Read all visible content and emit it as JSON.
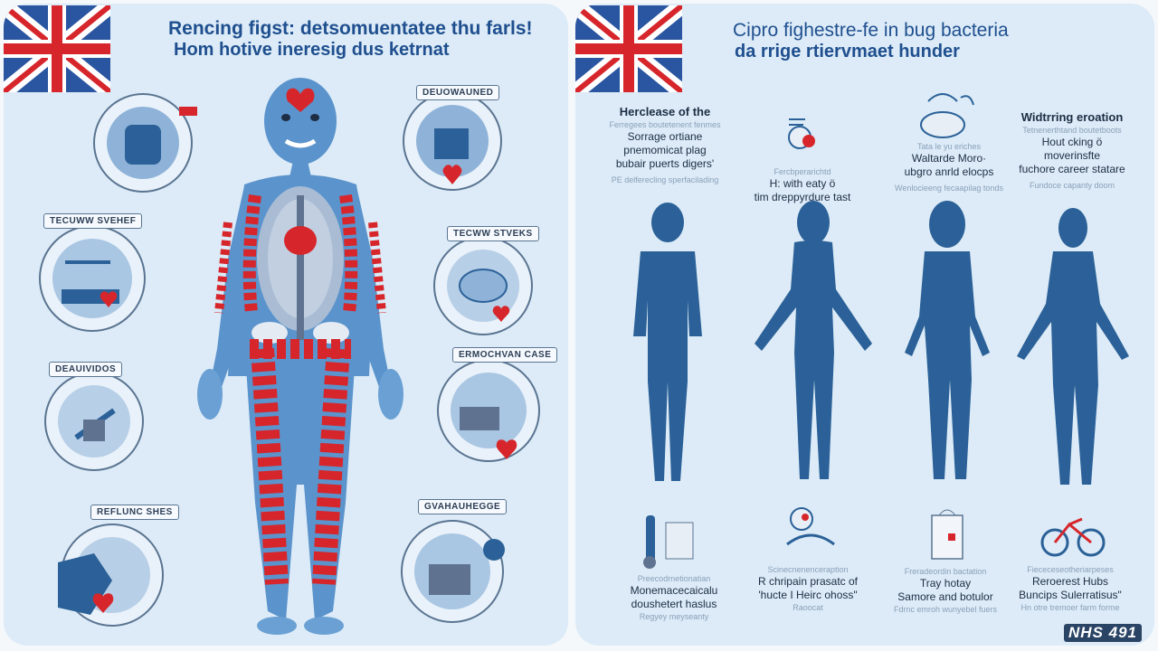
{
  "left": {
    "title_line1": "Rencing figst: detsomuentatee thu farls!",
    "title_line2": "Hom hotive ineresig dus ketrnat",
    "organ_labels": [
      "DEUOWAUNED",
      "TECUWW SVEHEF",
      "TECWW STVEKS",
      "DEAUIVIDOS",
      "ERMOCHVAN CASE",
      "REFLUNC SHES",
      "GVAHAUHEGGE"
    ]
  },
  "right": {
    "title_line1": "Cipro fighestre-fe in bug bacteria",
    "title_line2": "da rrige rtiervmaet hunder",
    "columns": [
      {
        "heading": "Herclease of the",
        "small": "Ferregees boutetenent fenmes",
        "line1": "Sorrage ortiane",
        "line2": "pnemomicat plag",
        "line3": "bubair puerts digers'",
        "small2": "PE delferecling sperfacilading"
      },
      {
        "heading": "",
        "small": "Fercbperarichtd",
        "line1": "H: with eaty ö",
        "line2": "tim dreppyrdure tast",
        "line3": "",
        "small2": ""
      },
      {
        "heading": "",
        "small": "Tata le yu eriches",
        "line1": "Waltarde Moro·",
        "line2": "ubgro anrld elocps",
        "line3": "",
        "small2": "Wenlocieeng fecaapilag tonds"
      },
      {
        "heading": "Widtrring eroation",
        "small": "Tetnenerthtand boutetboots",
        "line1": "Hout cking ö",
        "line2": "moverinsfte",
        "line3": "fuchore career statare",
        "small2": "Fundoce capanty doom"
      }
    ],
    "bottom": [
      {
        "small": "Preecodrnetionatian",
        "line1": "Monemacecaicalu",
        "line2": "doushetert haslus",
        "small2": "Regyey meyseanty"
      },
      {
        "small": "Scinecnenenceraption",
        "line1": "R chripain prasatc of",
        "line2": "'hucte I Heirc ohoss\"",
        "small2": "Raoocat"
      },
      {
        "small": "Freradeordin bactation",
        "line1": "Tray hotay",
        "line2": "Samore and botulor",
        "small2": "Fdrnc emroh wunyebel fuers"
      },
      {
        "small": "Fiececeseotheriarpeses",
        "line1": "Reroerest Hubs",
        "line2": "Buncips Sulerratisus\"",
        "small2": "Hn otre tremoer farm forme"
      }
    ],
    "logo": "NHS 491"
  },
  "colors": {
    "navy": "#1f4f8f",
    "body_blue": "#5b93cc",
    "red": "#d6262b",
    "panel": "#dcebf7",
    "silhouette": "#2b6198"
  }
}
